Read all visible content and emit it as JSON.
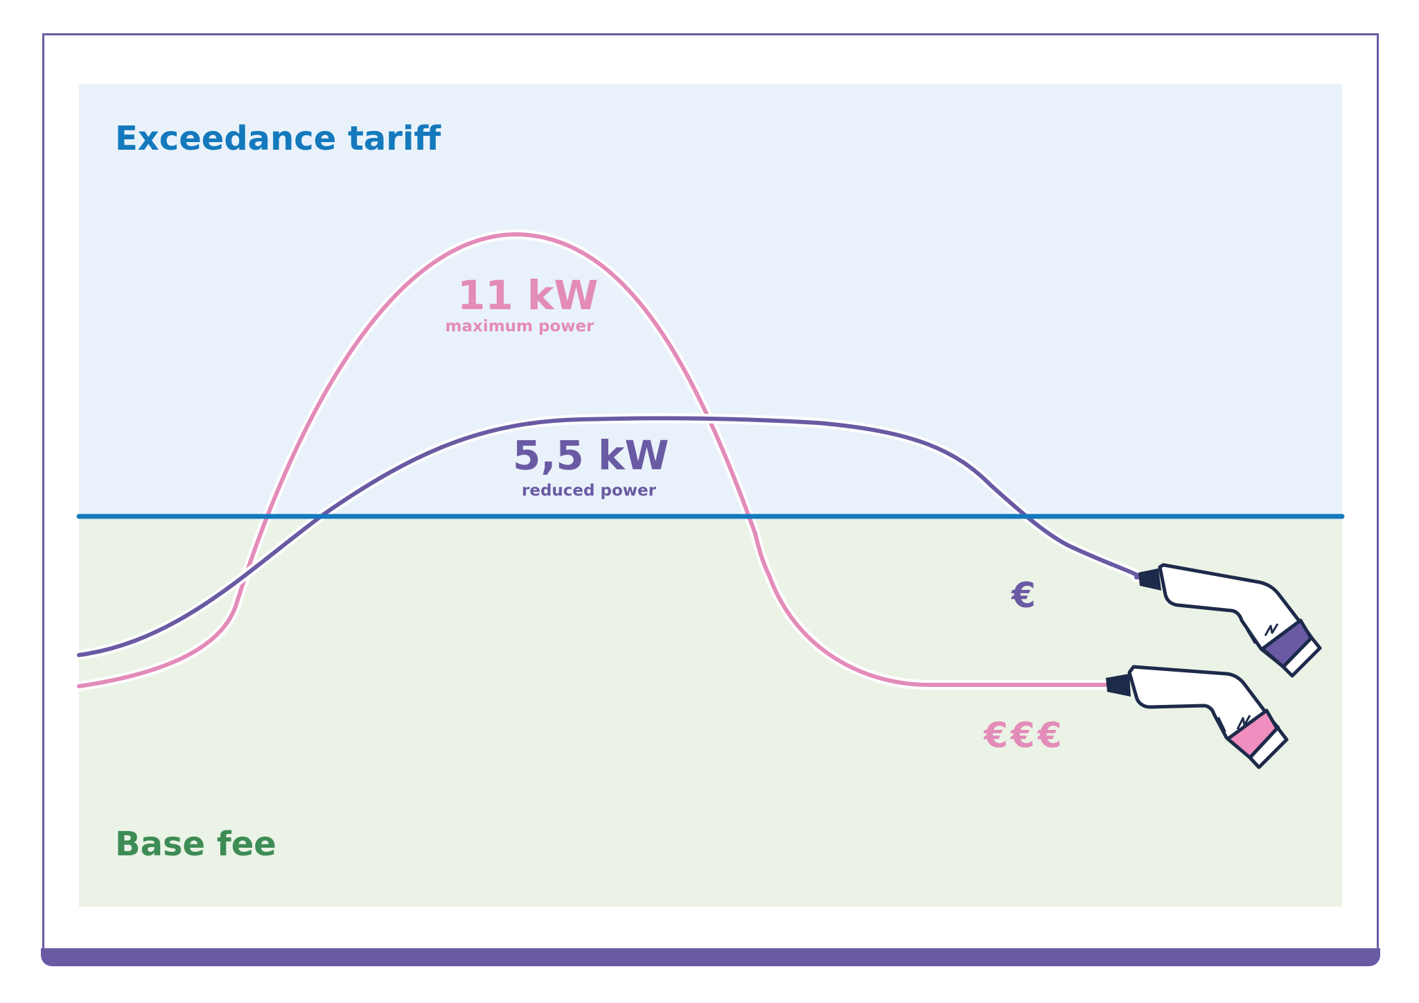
{
  "zones": {
    "exceedance": {
      "label": "Exceedance tariff",
      "color": "#1479bd"
    },
    "base": {
      "label": "Base fee",
      "color": "#3e8c55"
    }
  },
  "curves": {
    "maximum": {
      "value": "11 kW",
      "caption": "maximum power",
      "cost": "€€€",
      "color": "#e38bb9"
    },
    "reduced": {
      "value": "5,5 kW",
      "caption": "reduced power",
      "cost": "€",
      "color": "#6a5aa3"
    }
  },
  "icons": [
    "charging-plug-icon",
    "charging-plug-icon"
  ],
  "colors": {
    "frame": "#6a5aa3",
    "threshold_line": "#1479bd",
    "plug_outline": "#1d2a4a"
  }
}
